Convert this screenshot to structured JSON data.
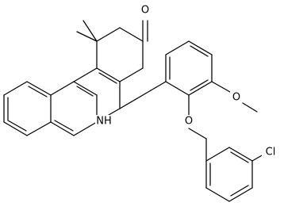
{
  "atoms": {
    "ketone_oxygen": "O",
    "amine": "NH",
    "methoxy_oxygen": "O",
    "ether_oxygen": "O",
    "chlorine": "Cl"
  },
  "colors": {
    "bond": "#000000",
    "label": "#000000",
    "background": "#ffffff"
  }
}
